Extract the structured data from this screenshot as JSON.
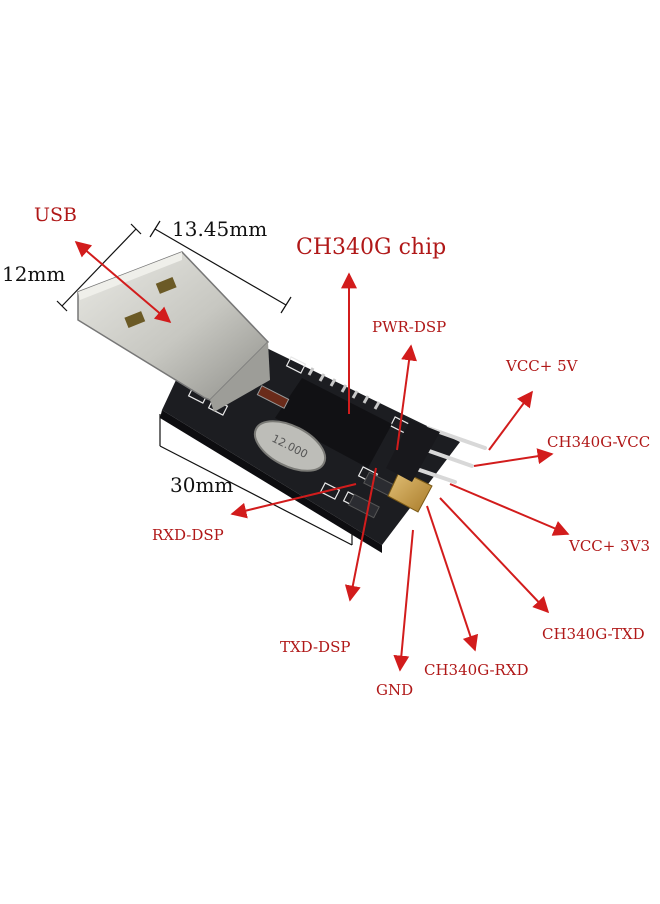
{
  "board": {
    "crystal_text": "12.000"
  },
  "dimensions": {
    "connector_length": "13.45mm",
    "connector_width": "12mm",
    "board_length": "30mm"
  },
  "labels": {
    "usb": "USB",
    "chip": "CH340G chip",
    "pwr_dsp": "PWR-DSP",
    "vcc_5v": "VCC+ 5V",
    "ch340g_vcc": "CH340G-VCC",
    "vcc_3v3": "VCC+ 3V3",
    "ch340g_txd": "CH340G-TXD",
    "ch340g_rxd": "CH340G-RXD",
    "gnd": "GND",
    "txd_dsp": "TXD-DSP",
    "rxd_dsp": "RXD-DSP"
  },
  "colors": {
    "label_red": "#b01818",
    "arrow_red": "#d21c1c",
    "pcb": "#1c1d21",
    "metal": "#c9c9c4",
    "gold": "#c89a3c"
  }
}
